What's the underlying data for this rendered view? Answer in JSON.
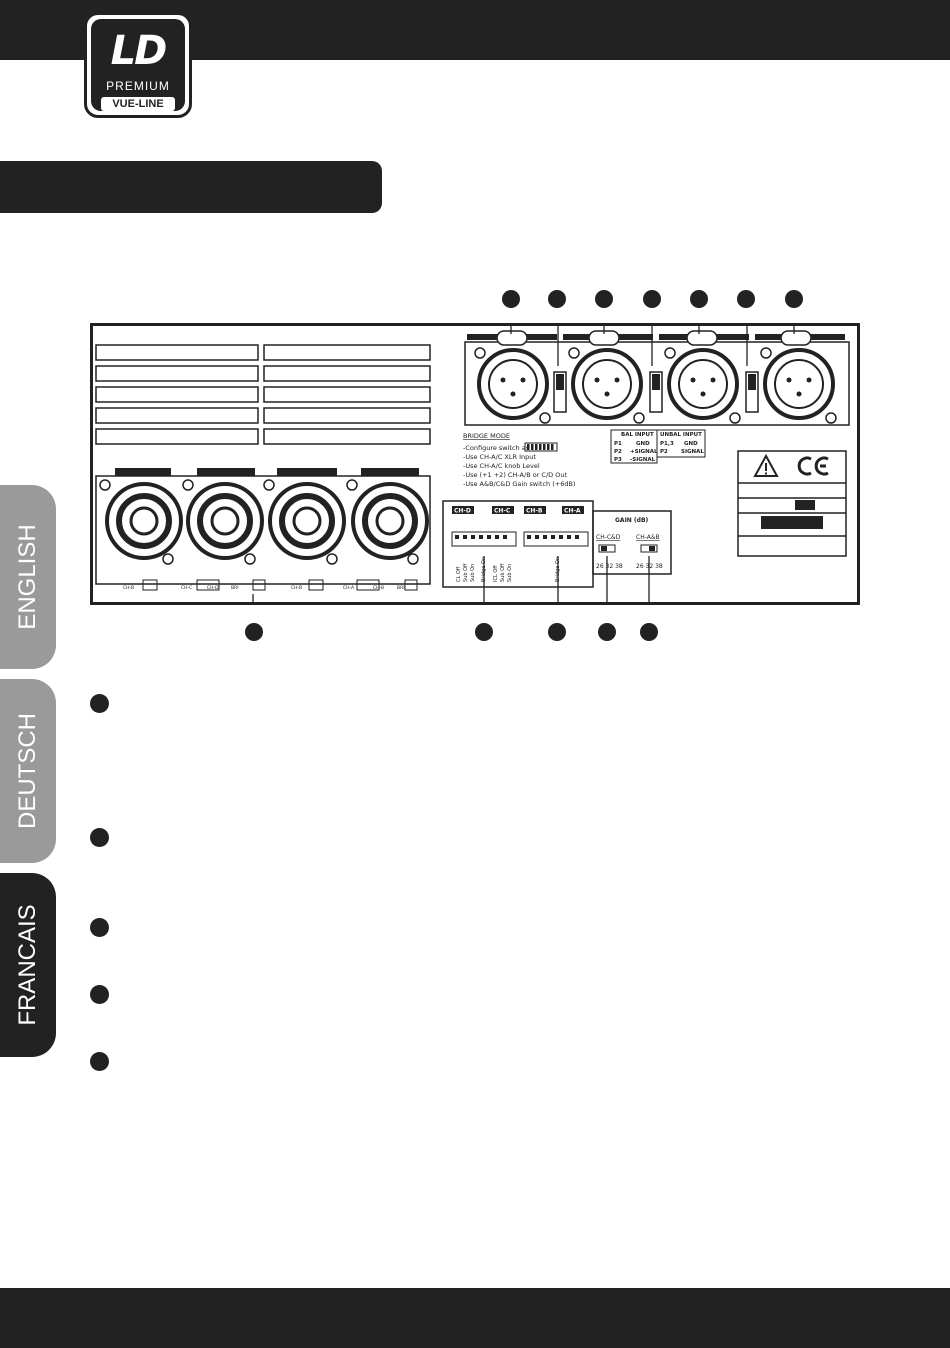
{
  "logo": {
    "brand": "LD",
    "line1": "PREMIUM",
    "line2": "VUE-LINE"
  },
  "language_tabs": [
    {
      "label": "ENGLISH"
    },
    {
      "label": "DEUTSCH"
    },
    {
      "label": "FRANCAIS"
    }
  ],
  "diagram": {
    "bridge_mode": {
      "title": "BRIDGE MODE",
      "lines": [
        "-Configure switch as",
        "-Use CH-A/C XLR Input",
        "-Use CH-A/C knob Level",
        "-Use (+1 +2) CH-A/B or C/D Out",
        "-Use A&B/C&D Gain switch (+6dB)"
      ]
    },
    "bal_input": {
      "title": "BAL INPUT",
      "rows": [
        [
          "P1",
          "GND"
        ],
        [
          "P2",
          "+SIGNAL"
        ],
        [
          "P3",
          "-SIGNAL"
        ]
      ]
    },
    "unbal_input": {
      "title": "UNBAL INPUT",
      "rows": [
        [
          "P1,3",
          "GND"
        ],
        [
          "P2",
          "SIGNAL"
        ]
      ]
    },
    "dip_channels": [
      "CH-D",
      "CH-C",
      "CH-B",
      "CH-A"
    ],
    "gain": {
      "title": "GAIN (dB)",
      "groups": [
        "CH-C&D",
        "CH-A&B"
      ],
      "values": "26 32 38"
    },
    "speakon_labels": [
      "CH-B",
      "CH-C",
      "CH-D",
      "BRI",
      "CH-B",
      "CH-A",
      "CH-B",
      "BRI"
    ],
    "dip_bottom_labels": {
      "group1": [
        "CL Off",
        "Sub Off",
        "Sub On",
        "Bridge On"
      ],
      "group2": [
        "ICL Off",
        "Sub Off",
        "Sub On",
        "Bridge On"
      ]
    }
  }
}
